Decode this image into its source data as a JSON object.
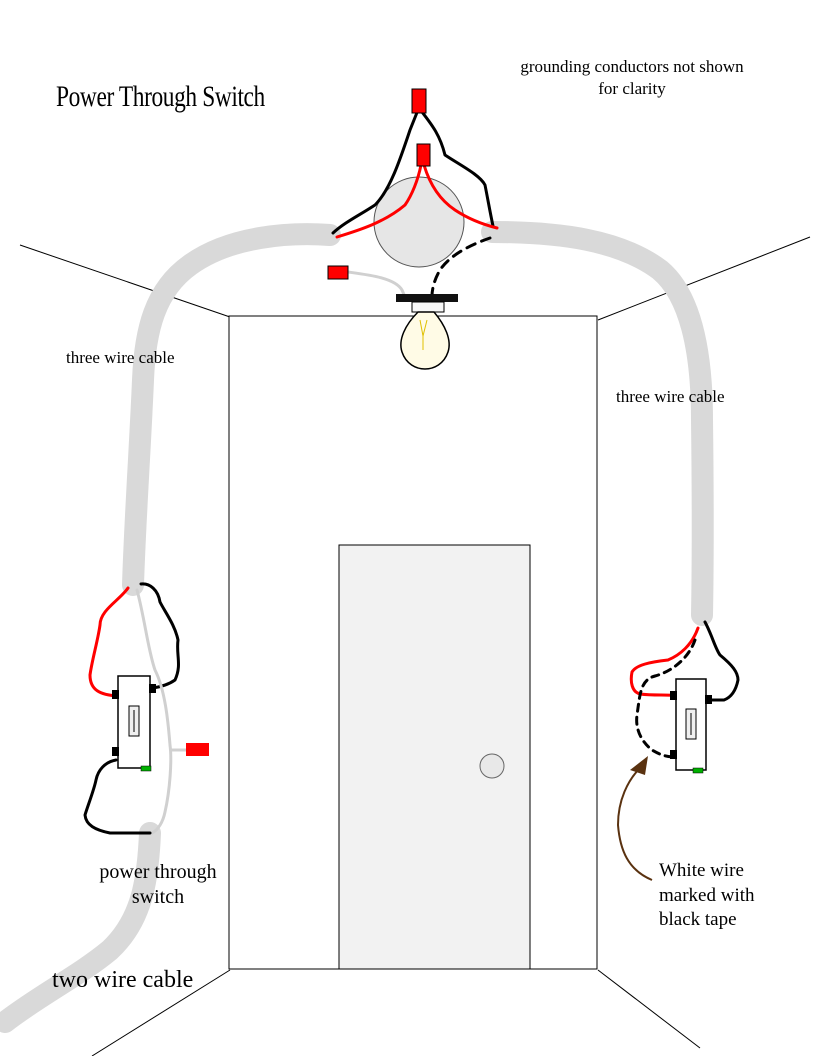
{
  "title": "Power Through Switch",
  "note": {
    "line1": "grounding conductors not shown",
    "line2": "for clarity"
  },
  "labels": {
    "three_wire_left": "three wire cable",
    "three_wire_right": "three wire cable",
    "power_through_line1": "power through",
    "power_through_line2": "switch",
    "two_wire_cable": "two wire cable",
    "white_wire_line1": "White wire",
    "white_wire_line2": "marked with",
    "white_wire_line3": "black tape"
  },
  "colors": {
    "cable_gray": "#d9d9d9",
    "hot_red": "#ff0000",
    "neutral_white": "#e6e6e6",
    "black_wire": "#000000",
    "arrow_brown": "#5a3210",
    "ground_screw_green": "#00b000",
    "door_fill": "#f2f2f2"
  }
}
